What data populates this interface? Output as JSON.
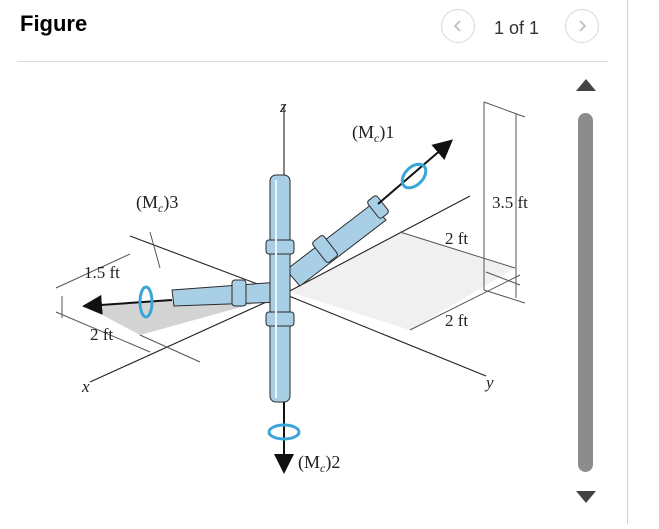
{
  "header": {
    "title": "Figure",
    "pager": "1 of 1",
    "prev_icon": "chevron-left-icon",
    "next_icon": "chevron-right-icon"
  },
  "figure": {
    "axis_z": "z",
    "axis_x": "x",
    "axis_y": "y",
    "moment_1": "(M",
    "moment_1_sub": "c",
    "moment_1_close": ")1",
    "moment_2": "(M",
    "moment_2_sub": "c",
    "moment_2_close": ")2",
    "moment_3": "(M",
    "moment_3_sub": "c",
    "moment_3_close": ")3",
    "dim_height": "3.5 ft",
    "dim_y1": "2 ft",
    "dim_y2": "2 ft",
    "dim_x1": "1.5 ft",
    "dim_x2": "2 ft"
  },
  "scrollbar": {
    "up_icon": "triangle-up-icon",
    "down_icon": "triangle-down-icon"
  },
  "colors": {
    "pipe": "#a9cfe6",
    "pipe_edge": "#2a2a2a",
    "moment_arrow": "#3aa6d6",
    "scroll_thumb": "#8c8c8c"
  }
}
